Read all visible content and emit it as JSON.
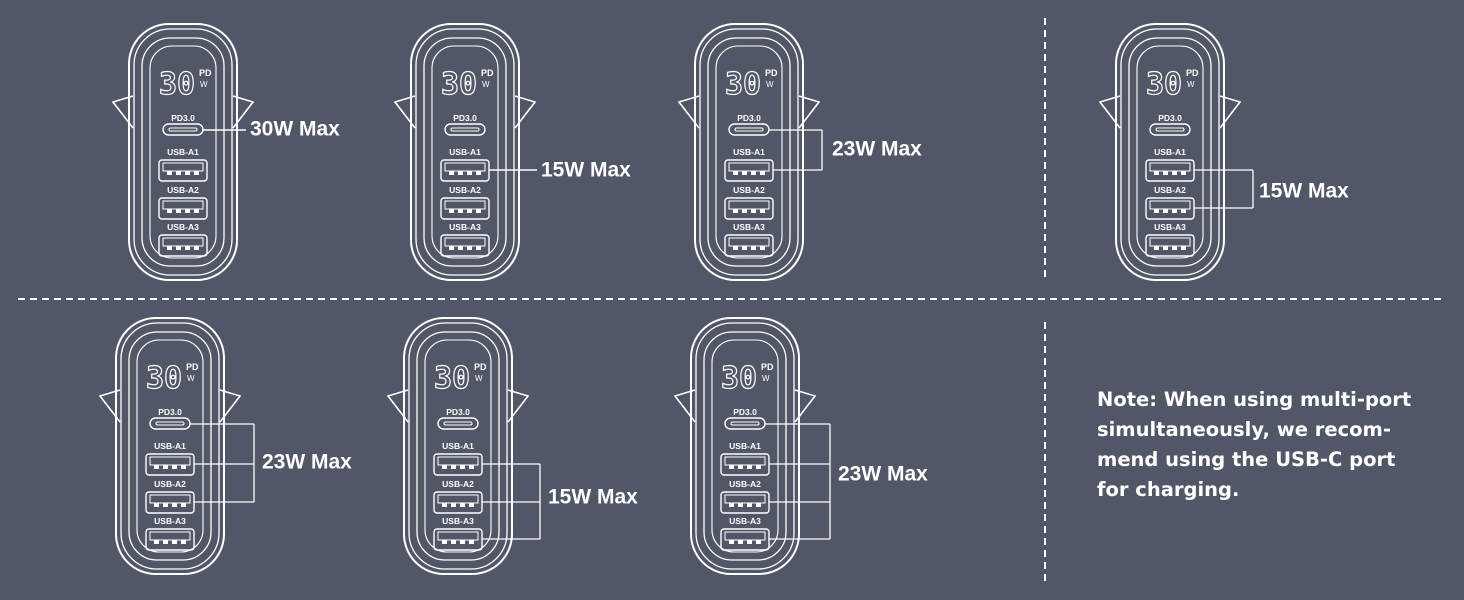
{
  "colors": {
    "background": "#525767",
    "outline": "#ffffff",
    "text": "#ffffff"
  },
  "labels": {
    "pd": "PD",
    "pd3": "PD3.0",
    "usb_a1": "USB-A1",
    "usb_a2": "USB-A2",
    "usb_a3": "USB-A3",
    "display_value": "30"
  },
  "configurations": [
    {
      "ports": [
        "PD3.0"
      ],
      "power_label": "30W Max"
    },
    {
      "ports": [
        "USB-A1"
      ],
      "power_label": "15W Max"
    },
    {
      "ports": [
        "PD3.0",
        "USB-A1"
      ],
      "power_label": "23W Max"
    },
    {
      "ports": [
        "USB-A1",
        "USB-A2"
      ],
      "power_label": "15W Max"
    },
    {
      "ports": [
        "PD3.0",
        "USB-A1",
        "USB-A2"
      ],
      "power_label": "23W Max"
    },
    {
      "ports": [
        "USB-A1",
        "USB-A2",
        "USB-A3"
      ],
      "power_label": "15W Max"
    },
    {
      "ports": [
        "PD3.0",
        "USB-A1",
        "USB-A2",
        "USB-A3"
      ],
      "power_label": "23W Max"
    }
  ],
  "note": {
    "lines": [
      "Note: When using multi-port",
      "simultaneously, we recom-",
      "mend using the USB-C port",
      "for charging."
    ]
  }
}
